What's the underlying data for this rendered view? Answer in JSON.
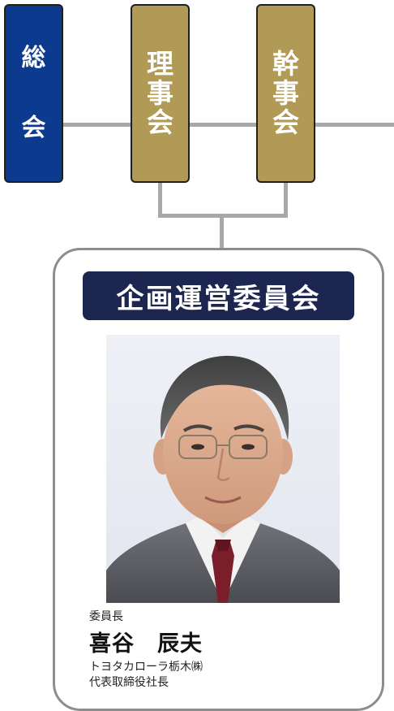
{
  "nodes": {
    "general_assembly": {
      "chars": [
        "総",
        "会"
      ],
      "color": "#0c3a8e"
    },
    "board": {
      "chars": [
        "理",
        "事",
        "会"
      ],
      "color": "#b09a55"
    },
    "secretariat": {
      "chars": [
        "幹",
        "事",
        "会"
      ],
      "color": "#b09a55"
    }
  },
  "committee": {
    "title": "企画運営委員会",
    "title_bg": "#1c2650",
    "border_color": "#8d8d8d"
  },
  "chair": {
    "role": "委員長",
    "name": "喜谷　辰夫",
    "company": "トヨタカローラ栃木㈱",
    "position": "代表取締役社長"
  },
  "line_color": "#a8a8a8"
}
